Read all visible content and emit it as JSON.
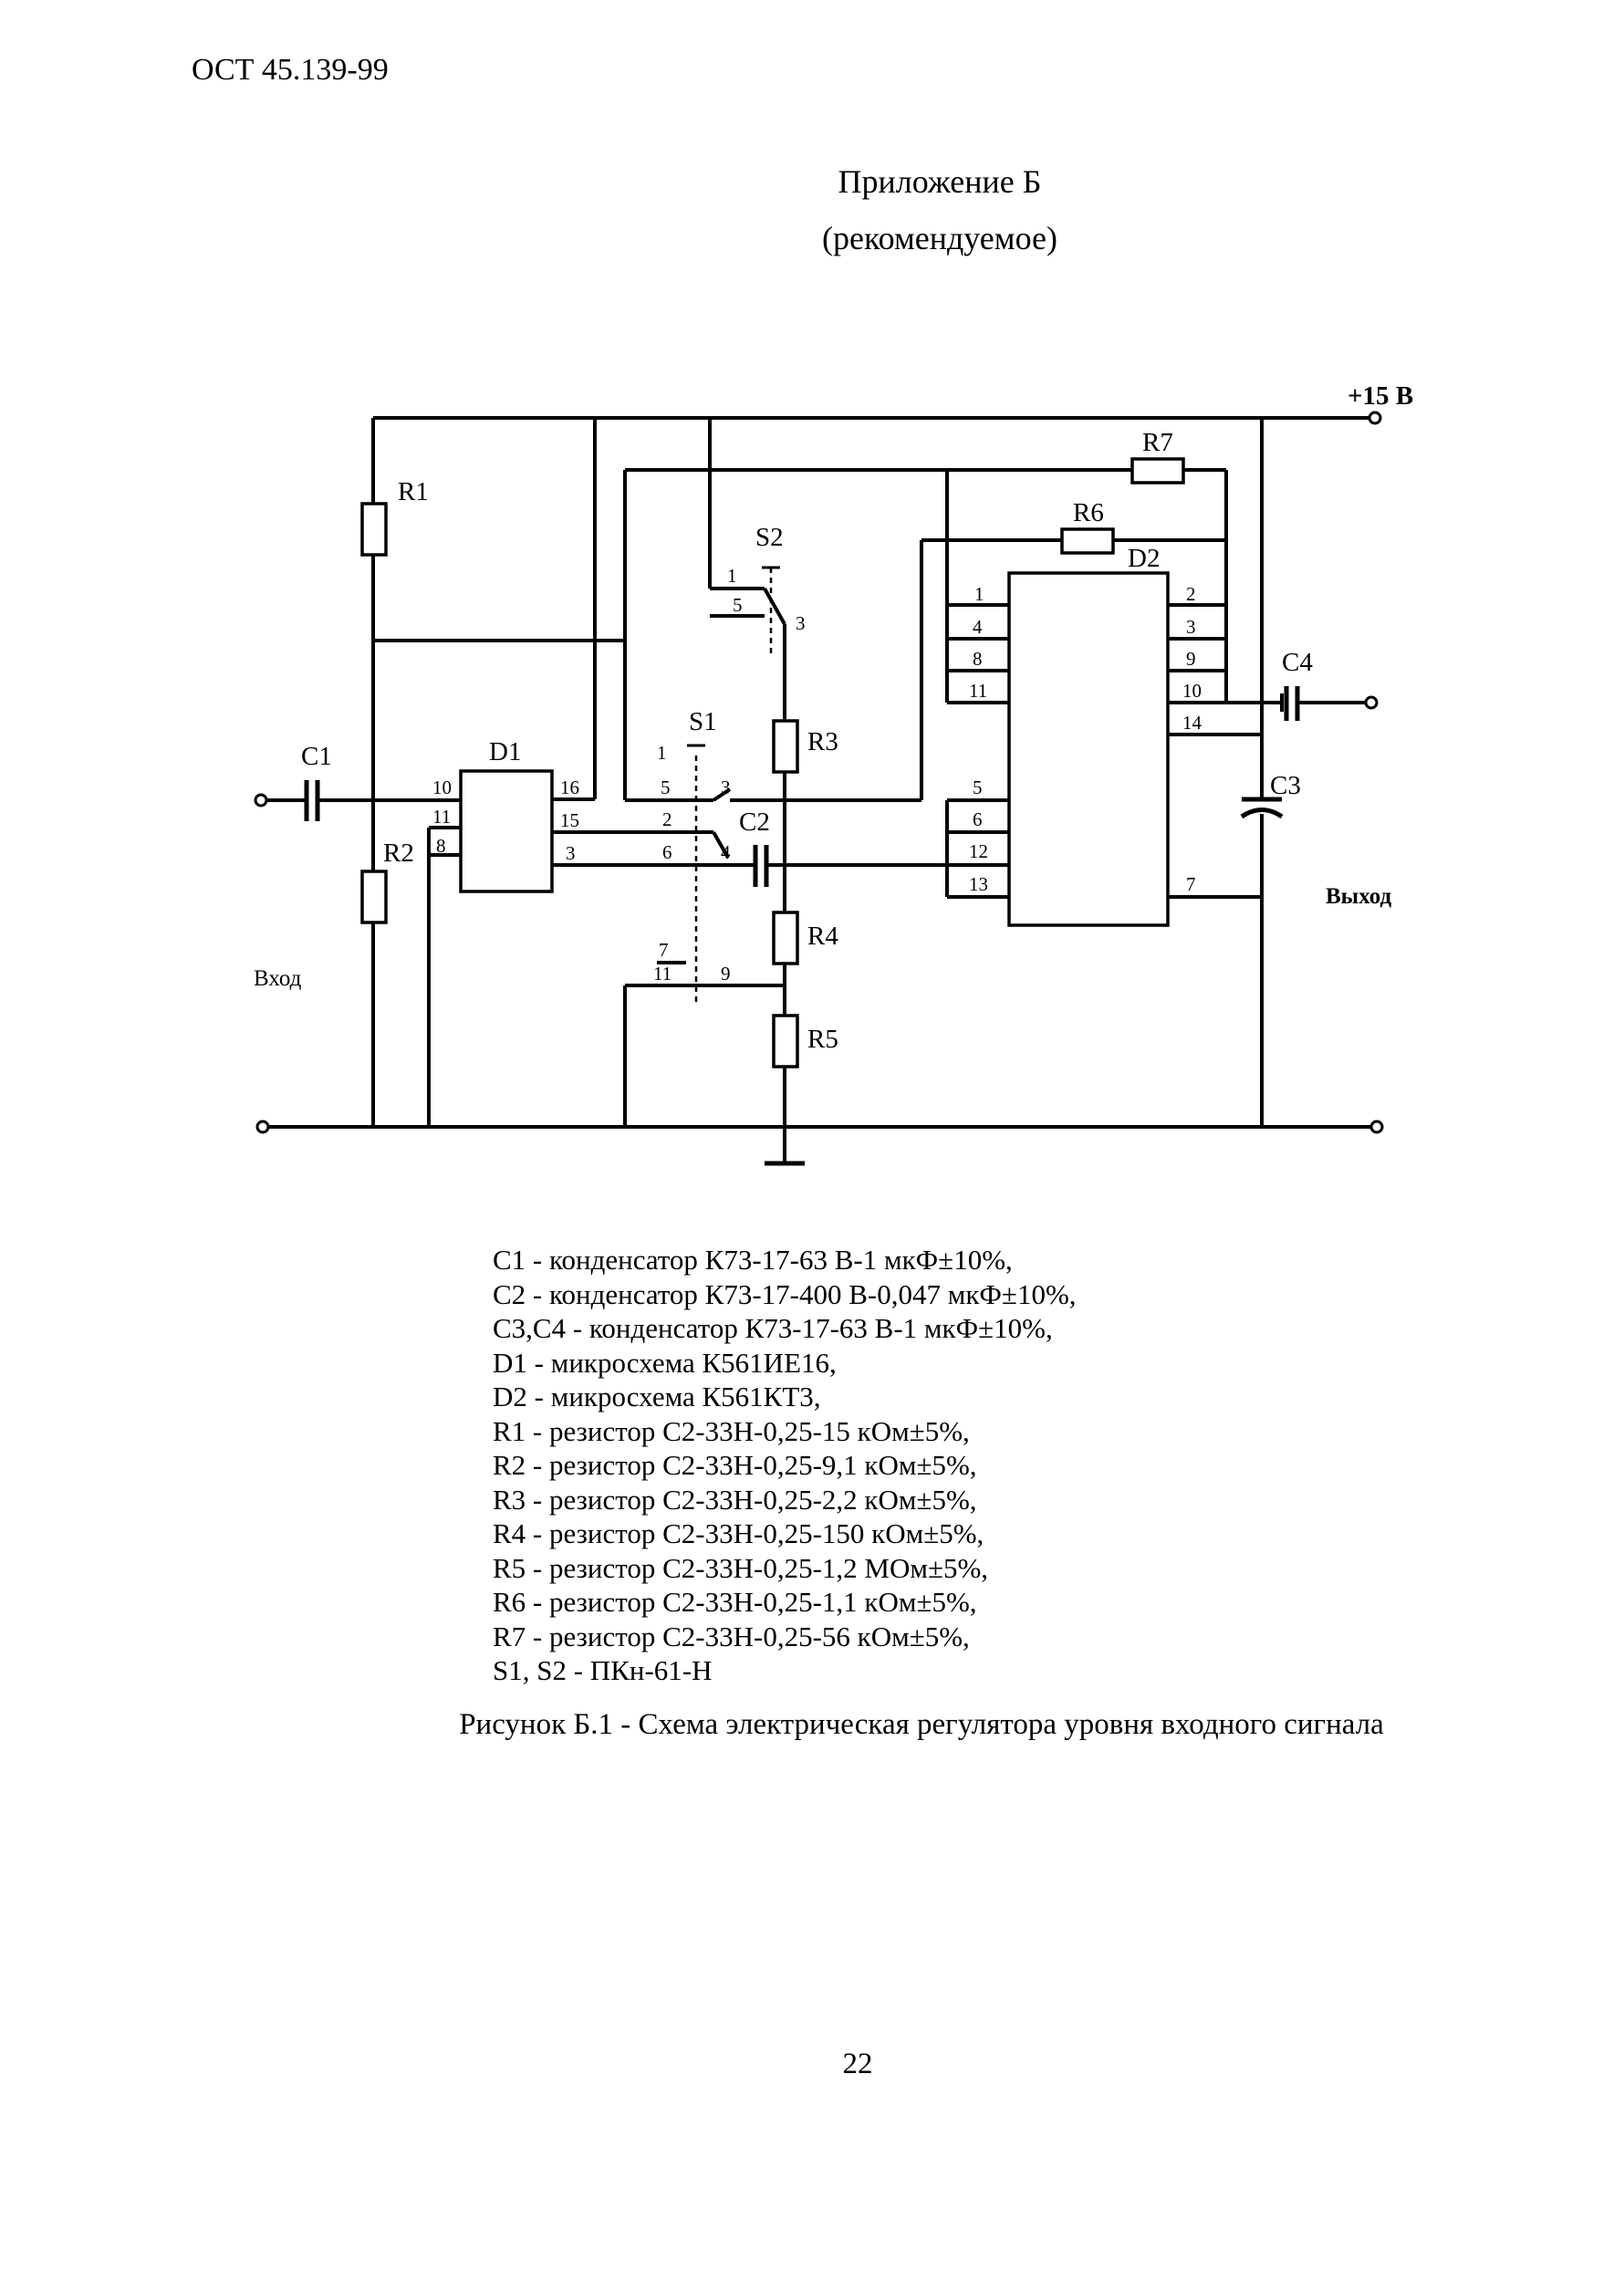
{
  "header": {
    "doc_code": "ОСТ 45.139-99"
  },
  "appendix": {
    "title": "Приложение Б",
    "subtitle": "(рекомендуемое)"
  },
  "schematic": {
    "supply_label": "+15 В",
    "input_label": "Вход",
    "output_label": "Выход",
    "components": {
      "R1": "R1",
      "R2": "R2",
      "R3": "R3",
      "R4": "R4",
      "R5": "R5",
      "R6": "R6",
      "R7": "R7",
      "C1": "C1",
      "C2": "C2",
      "C3": "C3",
      "C4": "C4",
      "D1": "D1",
      "D2": "D2",
      "S1": "S1",
      "S2": "S2"
    },
    "d1_pins": [
      "10",
      "11",
      "8",
      "16",
      "15",
      "3"
    ],
    "d2_pins_left": [
      "1",
      "4",
      "8",
      "11",
      "5",
      "6",
      "12",
      "13"
    ],
    "d2_pins_right": [
      "2",
      "3",
      "9",
      "10",
      "14",
      "7"
    ],
    "s1_pins": [
      "1",
      "5",
      "3",
      "2",
      "6",
      "4",
      "7",
      "11",
      "9"
    ],
    "s2_pins": [
      "1",
      "5",
      "3"
    ]
  },
  "legend": [
    "C1 - конденсатор К73-17-63 В-1 мкФ±10%,",
    "C2 - конденсатор К73-17-400 В-0,047 мкФ±10%,",
    "C3,C4 - конденсатор К73-17-63 В-1 мкФ±10%,",
    "D1 - микросхема К561ИЕ16,",
    "D2 - микросхема К561КТ3,",
    "R1 - резистор С2-33Н-0,25-15 кОм±5%,",
    "R2 - резистор С2-33Н-0,25-9,1 кОм±5%,",
    "R3 - резистор С2-33Н-0,25-2,2 кОм±5%,",
    "R4 - резистор С2-33Н-0,25-150 кОм±5%,",
    "R5 - резистор С2-33Н-0,25-1,2 МОм±5%,",
    "R6 - резистор С2-33Н-0,25-1,1 кОм±5%,",
    "R7 - резистор С2-33Н-0,25-56 кОм±5%,",
    "S1, S2 - ПКн-61-Н"
  ],
  "caption": "Рисунок Б.1 - Схема электрическая регулятора уровня входного сигнала",
  "page_number": "22"
}
